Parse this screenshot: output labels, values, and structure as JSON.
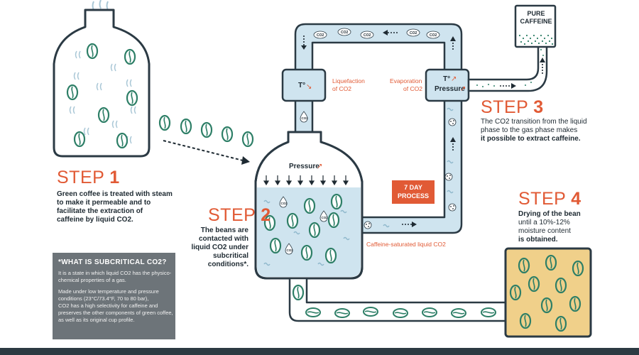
{
  "steps": [
    {
      "title_word": "STEP",
      "number": "1",
      "desc": [
        "Green coffee is treated with steam",
        "to make it permeable and to",
        "facilitate the extraction of",
        "caffeine by liquid CO2."
      ]
    },
    {
      "title_word": "STEP",
      "number": "2",
      "desc": [
        "The beans are",
        "contacted with",
        "liquid CO2 under",
        "subcritical",
        "conditions*."
      ]
    },
    {
      "title_word": "STEP",
      "number": "3",
      "desc": [
        "The CO2 transition from the liquid",
        "phase to the gas phase makes",
        "it possible to extract caffeine."
      ]
    },
    {
      "title_word": "STEP",
      "number": "4",
      "desc": [
        "Drying of the bean",
        "until a 10%-12%",
        "moisture content",
        "is obtained."
      ]
    }
  ],
  "labels": {
    "liquefaction": [
      "Liquefaction",
      "of CO2"
    ],
    "evaporation": [
      "Evaporation",
      "of CO2"
    ],
    "temp_left": "T°",
    "temp_right": "T°",
    "pressure_right": "Pressure",
    "pressure_tank": "Pressure",
    "caffeine_saturated": "Caffeine-saturated liquid CO2",
    "process": [
      "7 DAY",
      "PROCESS"
    ],
    "pure_caffeine": [
      "PURE",
      "CAFFEINE"
    ],
    "co2": "CO2",
    "up_arrow": "↗",
    "down_arrow": "↘"
  },
  "info": {
    "title": "*WHAT IS SUBCRITICAL CO2?",
    "p1": [
      "It is a state in which liquid CO2 has the physico-",
      "chemical properties of a gas."
    ],
    "p2": [
      "Made under low temperature and pressure",
      "conditions (23°C/73.4°F, 70 to 80 bar),",
      "CO2 has a high selectivity for caffeine and",
      "preserves the other components of green coffee,",
      "as well as its original cup profile."
    ]
  },
  "colors": {
    "accent": "#e15a35",
    "ink": "#1e2a32",
    "water": "#cfe4ef",
    "bean": "#2e7f67",
    "dryer": "#f0d08a",
    "gray_box": "#6d7479"
  },
  "icons": [
    "steam-icon",
    "coffee-bean-icon",
    "co2-bubble-icon",
    "arrow-icon",
    "temperature-icon"
  ]
}
